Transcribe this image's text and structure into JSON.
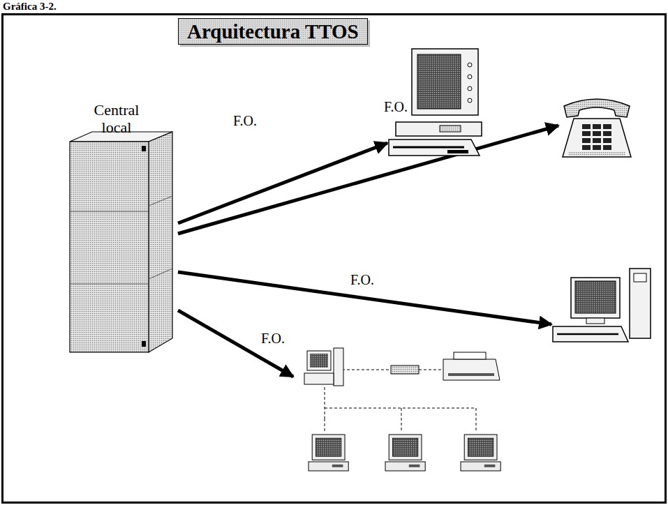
{
  "diagram": {
    "title": "Arquitectura TTOS",
    "nodes": [
      {
        "text": [
          "Central local"
        ]
      },
      {
        "text": []
      },
      {
        "text": []
      },
      {
        "text": []
      },
      {
        "text": []
      }
    ],
    "edges": [
      {
        "from": 0,
        "to": 1,
        "arrow": "to",
        "label": "F.O."
      },
      {
        "from": 0,
        "to": 2,
        "arrow": "to",
        "label": "F.O."
      },
      {
        "from": 0,
        "to": 3,
        "arrow": "to",
        "label": "F.O."
      },
      {
        "from": 0,
        "to": 4,
        "arrow": "to",
        "label": "F.O."
      }
    ],
    "labels": [
      "Gráfica 3-2."
    ]
  }
}
